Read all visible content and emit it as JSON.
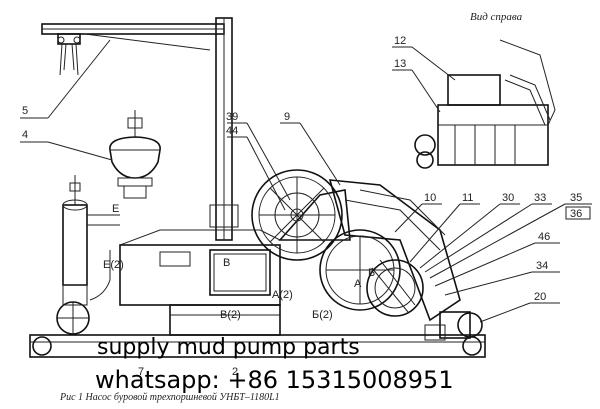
{
  "view_title": "Вид справа",
  "caption": "Рис 1  Насос буровой трехпоршневой УНБТ–1180L1",
  "watermark_line1": "supply mud pump parts",
  "watermark_line2": "whatsapp: +86 15315008951",
  "callouts": {
    "c2": "2",
    "c4": "4",
    "c5": "5",
    "c7": "7",
    "c9": "9",
    "c10": "10",
    "c11": "11",
    "c12": "12",
    "c13": "13",
    "c20": "20",
    "c30": "30",
    "c33": "33",
    "c34": "34",
    "c35": "35",
    "c36": "36",
    "c39": "39",
    "c44": "44",
    "c46": "46"
  },
  "section_marks": {
    "a": "A",
    "a2": "A(2)",
    "b": "Б",
    "b2": "Б(2)",
    "v": "B",
    "v2": "B(2)",
    "e": "E",
    "e2": "E(2)"
  }
}
